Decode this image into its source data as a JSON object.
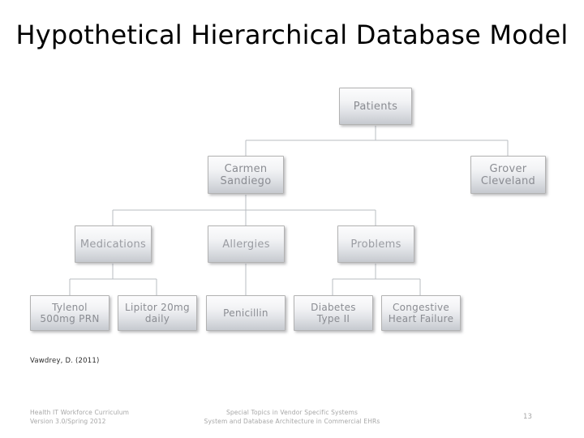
{
  "slide": {
    "title": "Hypothetical Hierarchical Database Model",
    "citation": "Vawdrey, D. (2011)",
    "page_number": "13",
    "background_color": "#ffffff",
    "node_text_color": "#8e9096",
    "connector_color": "#b9bcc2"
  },
  "diagram": {
    "type": "hierarchy-tree",
    "nodes": {
      "root": "Patients",
      "patient_1": "Carmen\nSandiego",
      "patient_2": "Grover\nCleveland",
      "category_1": "Medications",
      "category_2": "Allergies",
      "category_3": "Problems",
      "leaf_1": "Tylenol\n500mg PRN",
      "leaf_2": "Lipitor 20mg\ndaily",
      "leaf_3": "Penicillin",
      "leaf_4": "Diabetes\nType II",
      "leaf_5": "Congestive\nHeart Failure"
    }
  },
  "footer": {
    "left": "Health IT Workforce Curriculum\nVersion 3.0/Spring 2012",
    "center": "Special Topics in Vendor Specific Systems\nSystem and Database Architecture in Commercial EHRs",
    "page": "13"
  }
}
